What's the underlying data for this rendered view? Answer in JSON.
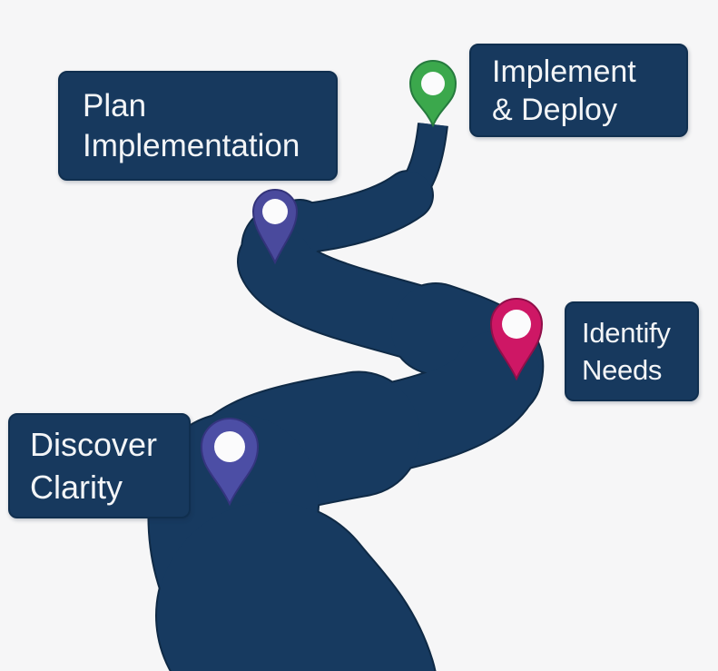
{
  "background_color": "#f6f6f7",
  "road": {
    "color": "#173a60",
    "outline_color": "#0f2a46"
  },
  "text_color": "#f3f5f7",
  "box_color": "#17395e",
  "steps": [
    {
      "name": "discover-clarity",
      "lines": [
        "Discover",
        "Clarity"
      ],
      "pin_color": "#4c4ea5"
    },
    {
      "name": "identify-needs",
      "lines": [
        "Identify",
        "Needs"
      ],
      "pin_color": "#ce1765"
    },
    {
      "name": "plan-implementation",
      "lines": [
        "Plan",
        "Implementation"
      ],
      "pin_color": "#4a4a9d"
    },
    {
      "name": "implement-deploy",
      "lines": [
        "Implement",
        "& Deploy"
      ],
      "pin_color": "#3ba84c"
    }
  ]
}
